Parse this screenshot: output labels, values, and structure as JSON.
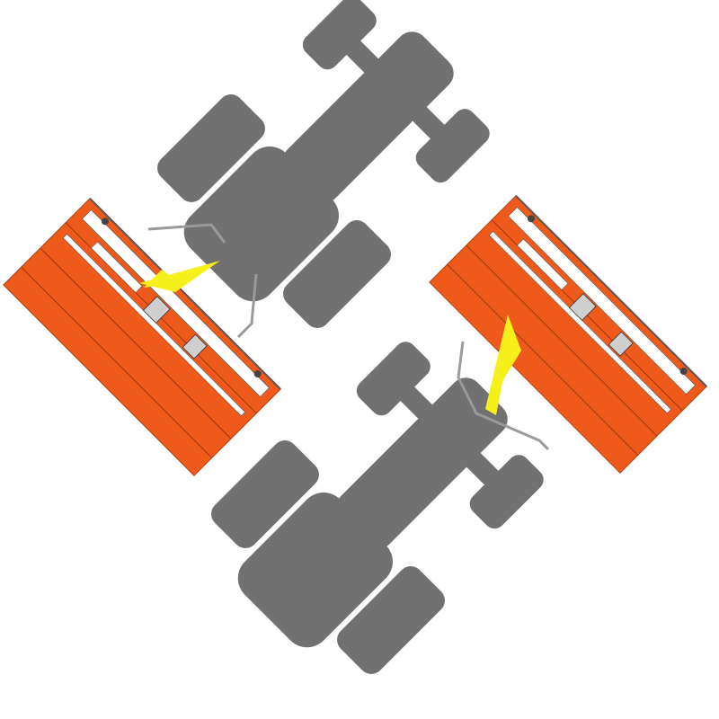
{
  "scene": {
    "colors": {
      "tractor": "#717171",
      "mower": "#ef5a1a",
      "mower_stripe": "#ffffff",
      "hitch": "#f5f01a",
      "frame": "#9a9a9a"
    },
    "items": [
      {
        "name": "tractor-top-left",
        "icon": "tractor-silhouette"
      },
      {
        "name": "mower-left",
        "icon": "flail-mower"
      },
      {
        "name": "tractor-bottom",
        "icon": "tractor-silhouette"
      },
      {
        "name": "mower-right",
        "icon": "flail-mower"
      }
    ]
  }
}
